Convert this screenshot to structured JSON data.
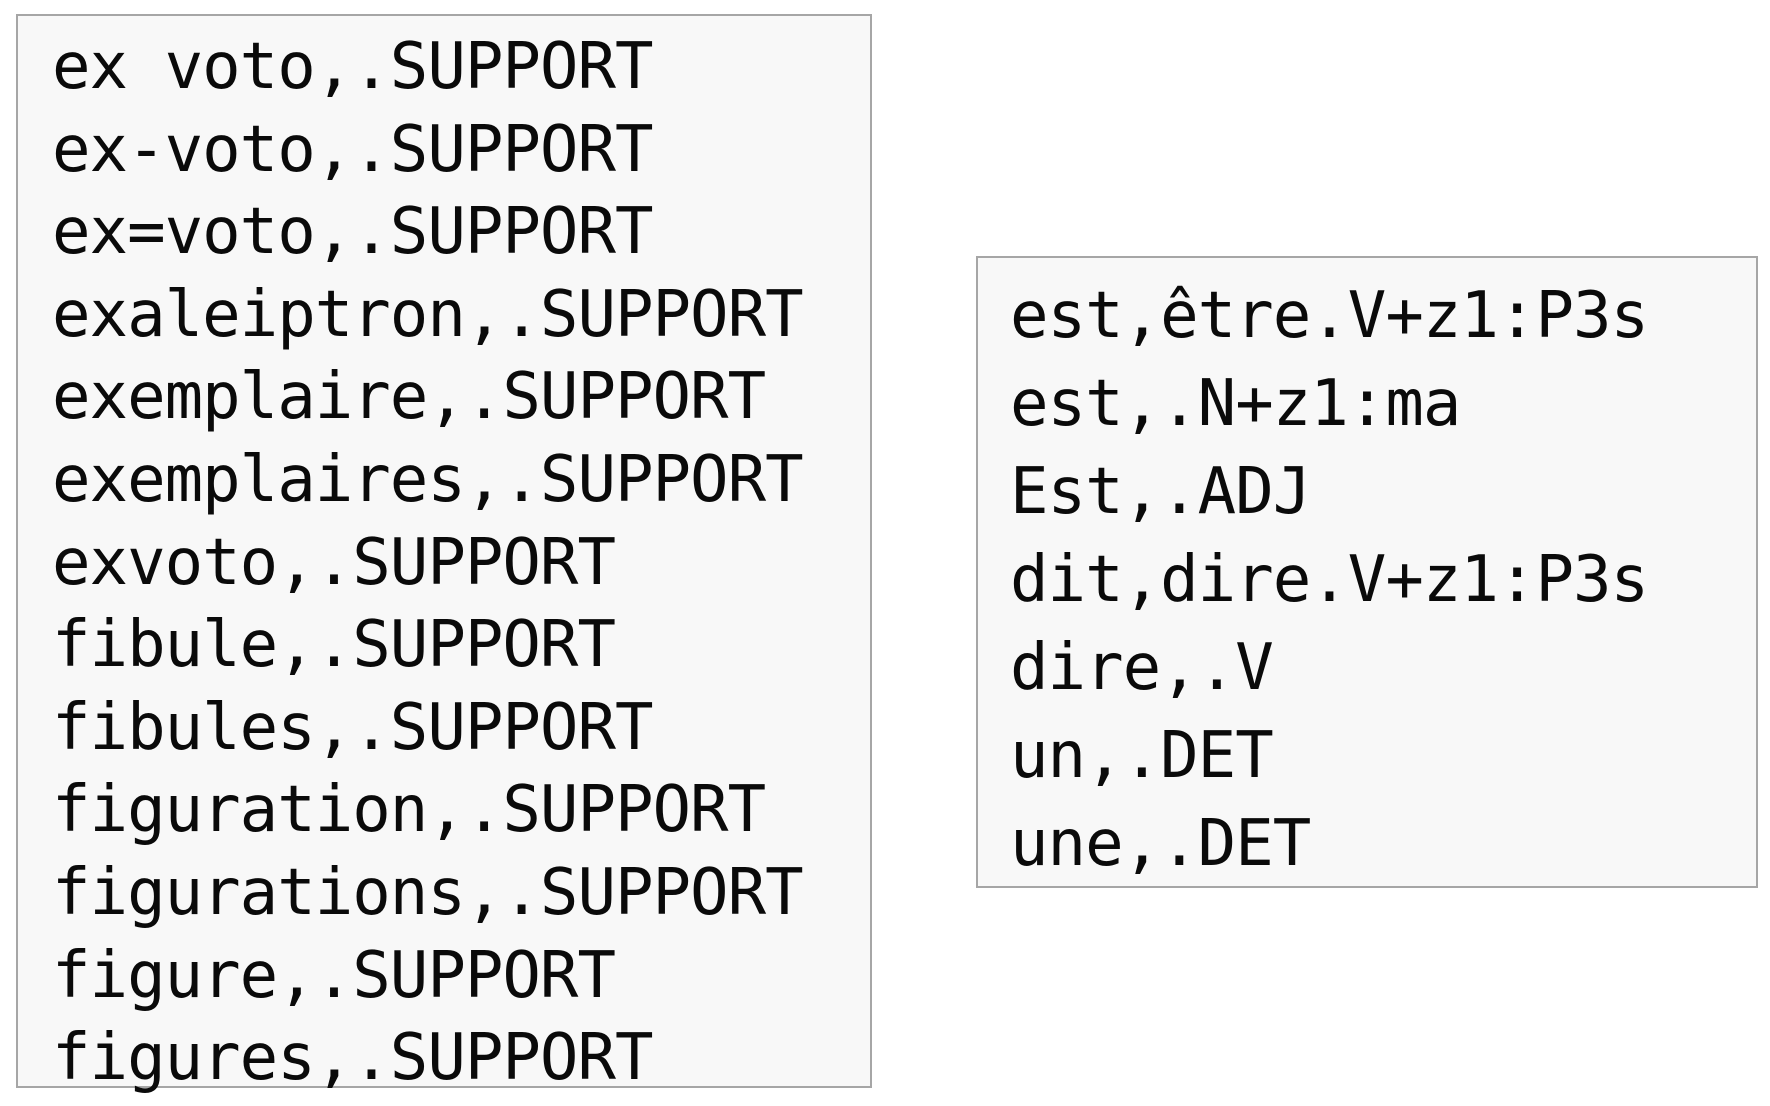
{
  "panels": {
    "left": {
      "entries": [
        "ex voto,.SUPPORT",
        "ex-voto,.SUPPORT",
        "ex=voto,.SUPPORT",
        "exaleiptron,.SUPPORT",
        "exemplaire,.SUPPORT",
        "exemplaires,.SUPPORT",
        "exvoto,.SUPPORT",
        "fibule,.SUPPORT",
        "fibules,.SUPPORT",
        "figuration,.SUPPORT",
        "figurations,.SUPPORT",
        "figure,.SUPPORT",
        "figures,.SUPPORT"
      ]
    },
    "right": {
      "entries": [
        "est,être.V+z1:P3s",
        "est,.N+z1:ma",
        "Est,.ADJ",
        "dit,dire.V+z1:P3s",
        "dire,.V",
        "un,.DET",
        "une,.DET"
      ]
    }
  },
  "colors": {
    "box_background": "#f8f8f8",
    "box_border": "#a6a6a6",
    "text": "#0a0a0a"
  }
}
